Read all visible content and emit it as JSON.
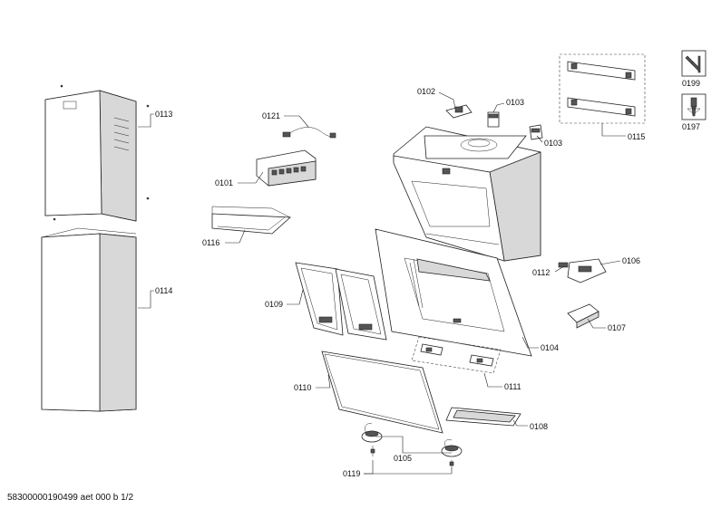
{
  "parts": [
    {
      "id": "p0113",
      "number": "0113"
    },
    {
      "id": "p0114",
      "number": "0114"
    },
    {
      "id": "p0121",
      "number": "0121"
    },
    {
      "id": "p0101",
      "number": "0101"
    },
    {
      "id": "p0116",
      "number": "0116"
    },
    {
      "id": "p0109",
      "number": "0109"
    },
    {
      "id": "p0110",
      "number": "0110"
    },
    {
      "id": "p0119",
      "number": "0119"
    },
    {
      "id": "p0105",
      "number": "0105"
    },
    {
      "id": "p0102",
      "number": "0102"
    },
    {
      "id": "p0103a",
      "number": "0103"
    },
    {
      "id": "p0103b",
      "number": "0103"
    },
    {
      "id": "p0115",
      "number": "0115"
    },
    {
      "id": "p0112",
      "number": "0112"
    },
    {
      "id": "p0106",
      "number": "0106"
    },
    {
      "id": "p0107",
      "number": "0107"
    },
    {
      "id": "p0104",
      "number": "0104"
    },
    {
      "id": "p0111",
      "number": "0111"
    },
    {
      "id": "p0108",
      "number": "0108"
    },
    {
      "id": "p0199",
      "number": "0199"
    },
    {
      "id": "p0197",
      "number": "0197"
    }
  ],
  "icons": {
    "p0199": "wrench-screwdriver-icon",
    "p0197": "screwdriver-icon"
  },
  "footer": "58300000190499 aet 000 b 1/2"
}
